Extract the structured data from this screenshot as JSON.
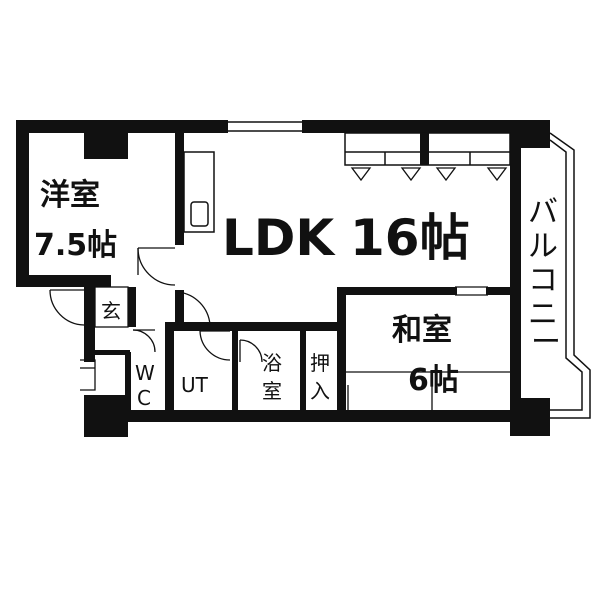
{
  "floorplan": {
    "rooms": {
      "western_room": {
        "name": "洋室",
        "size": "7.5帖"
      },
      "ldk": {
        "name": "LDK",
        "size": "16帖"
      },
      "japanese_room": {
        "name": "和室",
        "size": "6帖"
      }
    },
    "small_rooms": {
      "entrance": "玄",
      "wc_top": "W",
      "wc_bottom": "C",
      "utility": "UT",
      "bath_top": "浴",
      "bath_bottom": "室",
      "closet_top": "押",
      "closet_bottom": "入"
    },
    "balcony": [
      "バ",
      "ル",
      "コ",
      "ニ",
      "ー"
    ]
  }
}
